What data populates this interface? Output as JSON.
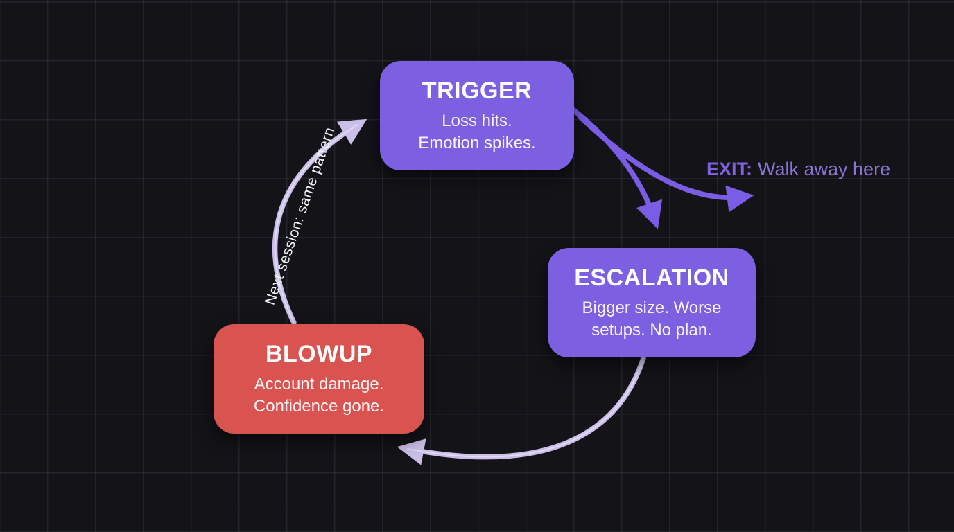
{
  "diagram": {
    "type": "cycle-flowchart",
    "nodes": [
      {
        "id": "trigger",
        "title": "TRIGGER",
        "subtitle": "Loss hits.\nEmotion spikes.",
        "color": "#7d5fe2"
      },
      {
        "id": "escalation",
        "title": "ESCALATION",
        "subtitle": "Bigger size. Worse\nsetups. No plan.",
        "color": "#7d5fe2"
      },
      {
        "id": "blowup",
        "title": "BLOWUP",
        "subtitle": "Account damage.\nConfidence gone.",
        "color": "#d95450"
      }
    ],
    "edges": [
      {
        "from": "trigger",
        "to": "escalation",
        "color": "#7b5ce5",
        "label": ""
      },
      {
        "from": "trigger",
        "to": "exit",
        "color": "#7b5ce5",
        "label": ""
      },
      {
        "from": "escalation",
        "to": "blowup",
        "color": "#cbbfe9",
        "label": ""
      },
      {
        "from": "blowup",
        "to": "trigger",
        "color": "#cbbfe9",
        "label": "Next session: same pattern"
      }
    ],
    "annotations": {
      "exit_bold": "EXIT:",
      "exit_text": "Walk away here",
      "loop_label": "Next session: same pattern"
    },
    "colors": {
      "background": "#131318",
      "grid_line": "#2c2c36",
      "node_purple": "#7d5fe2",
      "node_red": "#d95450",
      "arrow_purple": "#7b5ce5",
      "arrow_lavender": "#cbbfe9",
      "exit_text_bold": "#7e60e0",
      "exit_text_regular": "#8b74d6",
      "text_white": "#ffffff"
    }
  }
}
